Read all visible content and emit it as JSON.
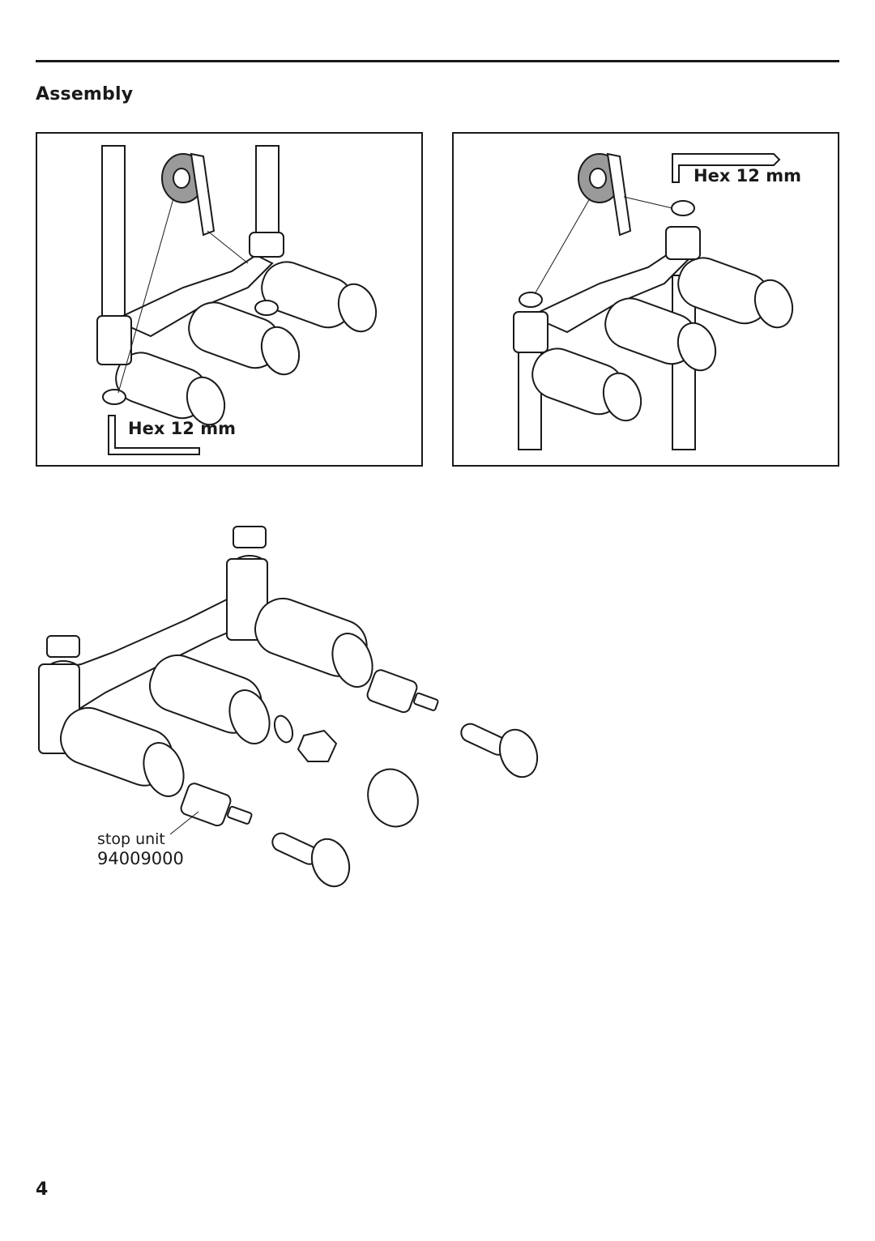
{
  "header": {
    "section_title": "Assembly"
  },
  "panel_left": {
    "tool_label": "Hex 12 mm"
  },
  "panel_right": {
    "tool_label": "Hex 12 mm"
  },
  "exploded_view": {
    "stop_unit_label": "stop unit",
    "stop_unit_code": "94009000"
  },
  "footer": {
    "page_number": "4"
  }
}
